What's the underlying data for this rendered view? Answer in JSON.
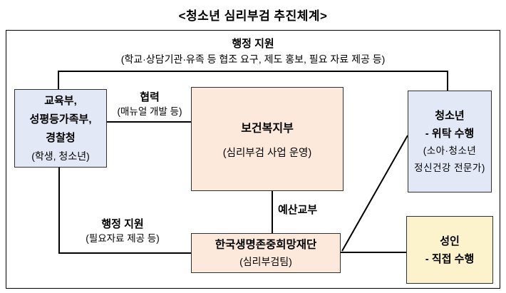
{
  "title": "<청소년 심리부검 추진체계>",
  "colors": {
    "box_blue": "#E3E8F6",
    "box_peach": "#FCE9DC",
    "box_yellow": "#FCF3CD",
    "line": "#000000"
  },
  "labels": {
    "admin_support_top": {
      "title": "행정 지원",
      "desc": "(학교·상담기관·유족 등 협조 요구, 제도 홍보, 필요 자료 제공 등)"
    },
    "cooperation": {
      "title": "협력",
      "desc": "(매뉴얼 개발 등)"
    },
    "budget_grant": {
      "title": "예산교부"
    },
    "admin_support_bottom": {
      "title": "행정 지원",
      "desc": "(필요자료 제공 등)"
    }
  },
  "nodes": {
    "ministries": {
      "line1": "교육부,",
      "line2": "성평등가족부,",
      "line3": "경찰청",
      "sub": "(학생, 청소년)"
    },
    "mohw": {
      "name": "보건복지부",
      "sub": "(심리부검 사업 운영)"
    },
    "youth": {
      "name": "청소년",
      "role": "- 위탁 수행",
      "sub_line1": "(소아·청소년",
      "sub_line2": "정신건강 전문가)"
    },
    "foundation": {
      "name": "한국생명존중희망재단",
      "sub": "(심리부검팀)"
    },
    "adult": {
      "name": "성인",
      "role": "- 직접 수행"
    }
  }
}
